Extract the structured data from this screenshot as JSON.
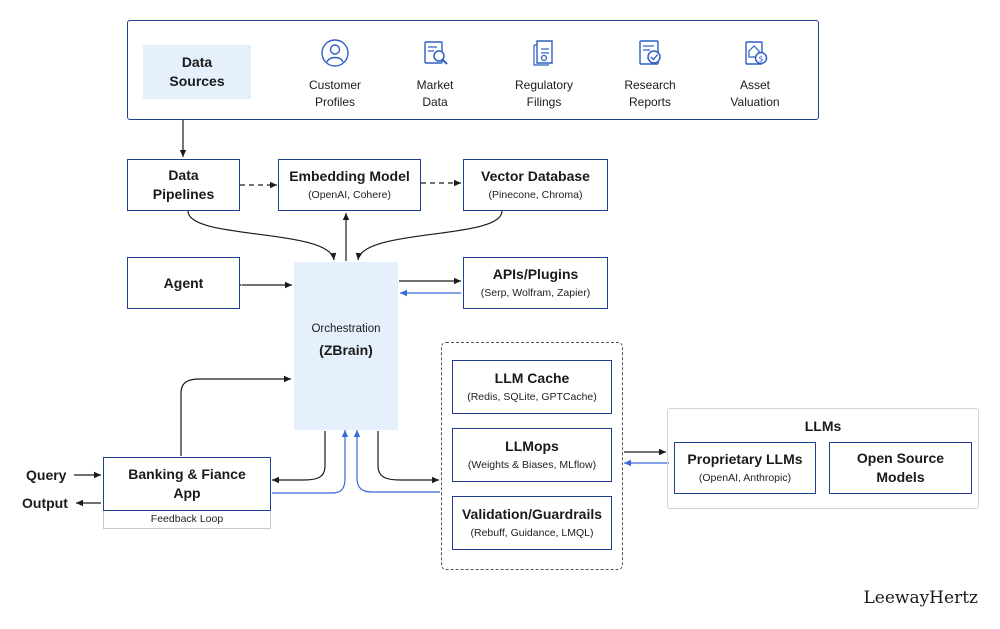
{
  "data_sources": {
    "title": "Data Sources",
    "items": [
      {
        "label": "Customer Profiles",
        "icon": "user-circle-icon"
      },
      {
        "label": "Market Data",
        "icon": "document-search-icon"
      },
      {
        "label": "Regulatory Filings",
        "icon": "regulatory-document-icon"
      },
      {
        "label": "Research Reports",
        "icon": "report-check-icon"
      },
      {
        "label": "Asset Valuation",
        "icon": "asset-valuation-icon"
      }
    ]
  },
  "nodes": {
    "data_pipelines": {
      "title": "Data Pipelines"
    },
    "embedding_model": {
      "title": "Embedding Model",
      "sub": "(OpenAI, Cohere)"
    },
    "vector_database": {
      "title": "Vector Database",
      "sub": "(Pinecone, Chroma)"
    },
    "agent": {
      "title": "Agent"
    },
    "apis_plugins": {
      "title": "APIs/Plugins",
      "sub": "(Serp, Wolfram, Zapier)"
    },
    "orchestration": {
      "title": "Orchestration",
      "sub": "(ZBrain)"
    },
    "llm_cache": {
      "title": "LLM Cache",
      "sub": "(Redis, SQLite, GPTCache)"
    },
    "llmops": {
      "title": "LLMops",
      "sub": "(Weights & Biases, MLflow)"
    },
    "validation": {
      "title": "Validation/Guardrails",
      "sub": "(Rebuff, Guidance, LMQL)"
    },
    "app": {
      "title": "Banking & Fiance App",
      "feedback": "Feedback Loop"
    },
    "llms": {
      "title": "LLMs"
    },
    "proprietary_llms": {
      "title": "Proprietary LLMs",
      "sub": "(OpenAI, Anthropic)"
    },
    "open_source": {
      "title": "Open Source Models"
    }
  },
  "io": {
    "query": "Query",
    "output": "Output"
  },
  "brand": "LeewayHertz",
  "colors": {
    "border": "#1f3f8f",
    "accent_fill": "#e6effc",
    "blue_arrow": "#3a68d8",
    "black_arrow": "#1a1a1a"
  }
}
